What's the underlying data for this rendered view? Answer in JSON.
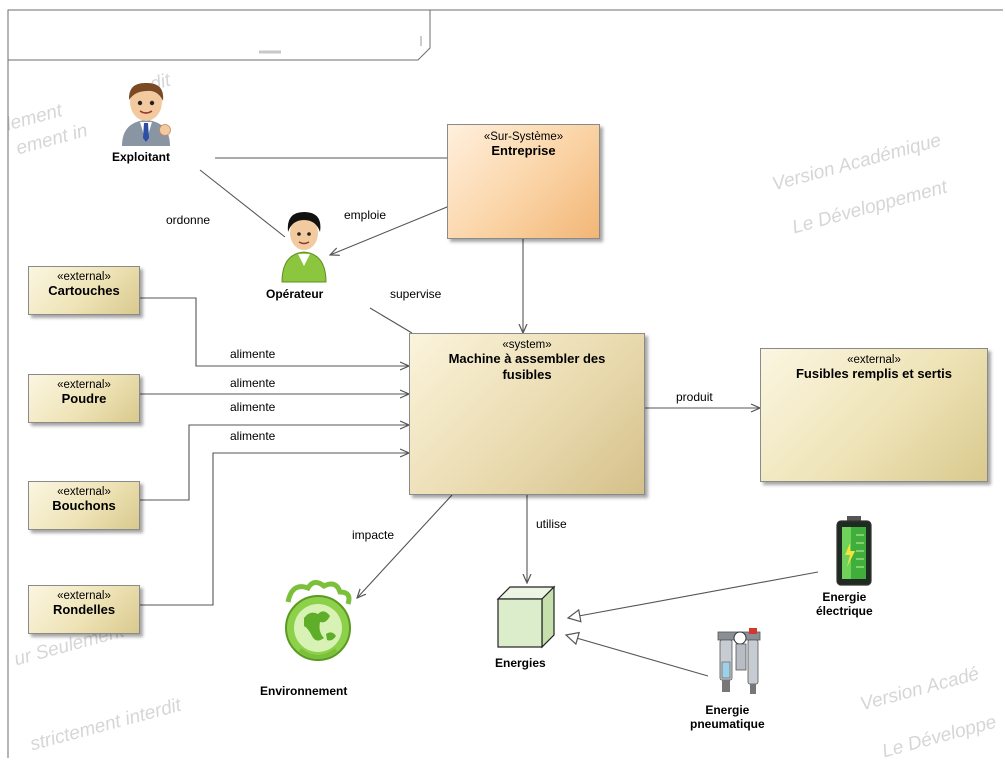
{
  "watermarks": [
    "lement",
    "ement in",
    "dit",
    "Version Académique",
    "Le Développement",
    "ur Seulement",
    "strictement interdit",
    "Version Acadé",
    "Le Développe"
  ],
  "blocks": {
    "entreprise": {
      "stereotype": "«Sur-Système»",
      "name": "Entreprise"
    },
    "machine": {
      "stereotype": "«system»",
      "name": "Machine à assembler des fusibles"
    },
    "fusibles": {
      "stereotype": "«external»",
      "name": "Fusibles remplis et sertis"
    },
    "cartouches": {
      "stereotype": "«external»",
      "name": "Cartouches"
    },
    "poudre": {
      "stereotype": "«external»",
      "name": "Poudre"
    },
    "bouchons": {
      "stereotype": "«external»",
      "name": "Bouchons"
    },
    "rondelles": {
      "stereotype": "«external»",
      "name": "Rondelles"
    }
  },
  "actors": {
    "exploitant": "Exploitant",
    "operateur": "Opérateur",
    "environnement": "Environnement",
    "energies": "Energies",
    "energie_electrique": [
      "Energie",
      "électrique"
    ],
    "energie_pneumatique": [
      "Energie",
      "pneumatique"
    ]
  },
  "relations": {
    "ordonne": "ordonne",
    "emploie": "emploie",
    "supervise": "supervise",
    "alimente_1": "alimente",
    "alimente_2": "alimente",
    "alimente_3": "alimente",
    "alimente_4": "alimente",
    "produit": "produit",
    "impacte": "impacte",
    "utilise": "utilise"
  },
  "colors": {
    "line": "#555555",
    "sur_system": "#f6c48e",
    "block": "#eadbb0"
  }
}
